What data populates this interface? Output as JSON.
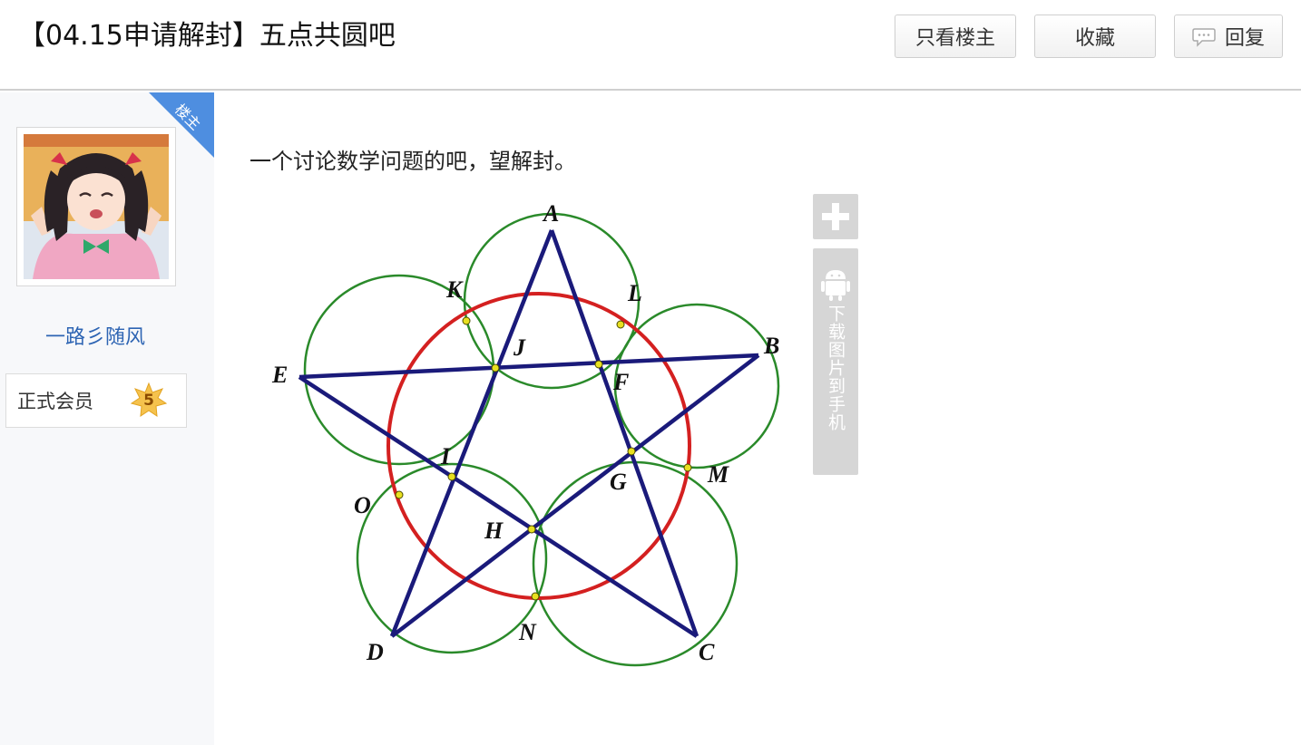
{
  "header": {
    "title": "【04.15申请解封】五点共圆吧",
    "buttons": {
      "louzhu": "只看楼主",
      "favorite": "收藏",
      "reply": "回复"
    }
  },
  "author": {
    "corner_badge": "楼主",
    "username": "一路彡随风",
    "member_level_label": "正式会员",
    "level_number": "5",
    "avatar_icon": "anime-girl-avatar"
  },
  "post": {
    "text": "一个讨论数学问题的吧，望解封。",
    "diagram_labels": [
      "A",
      "B",
      "C",
      "D",
      "E",
      "F",
      "G",
      "H",
      "I",
      "J",
      "K",
      "L",
      "M",
      "N",
      "O"
    ]
  },
  "image_tools": {
    "zoom_icon": "plus-icon",
    "download_icon": "android-icon",
    "download_label": "下载图片到手机"
  },
  "colors": {
    "star_lines": "#1a1a7a",
    "circles": "#2a8a2a",
    "big_circle": "#d42020",
    "username": "#2d64b3",
    "corner_badge": "#4e8ee0"
  }
}
